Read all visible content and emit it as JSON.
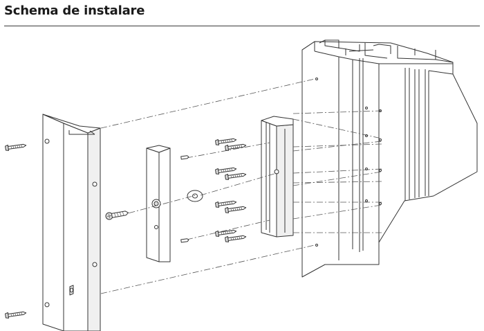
{
  "header": {
    "title": "Schema de instalare"
  },
  "colors": {
    "line": "#333333",
    "background": "#ffffff",
    "title": "#1a1a1a"
  },
  "diagram": {
    "parts": [
      {
        "name": "door-frame-profile",
        "icon": "pvc-profile"
      },
      {
        "name": "strike-plate-housing",
        "icon": "box-housing"
      },
      {
        "name": "wall-bracket-plate",
        "icon": "l-bracket"
      },
      {
        "name": "spacer-plate",
        "icon": "plate"
      },
      {
        "name": "washer",
        "icon": "washer"
      },
      {
        "name": "screws",
        "icon": "screw"
      }
    ]
  }
}
